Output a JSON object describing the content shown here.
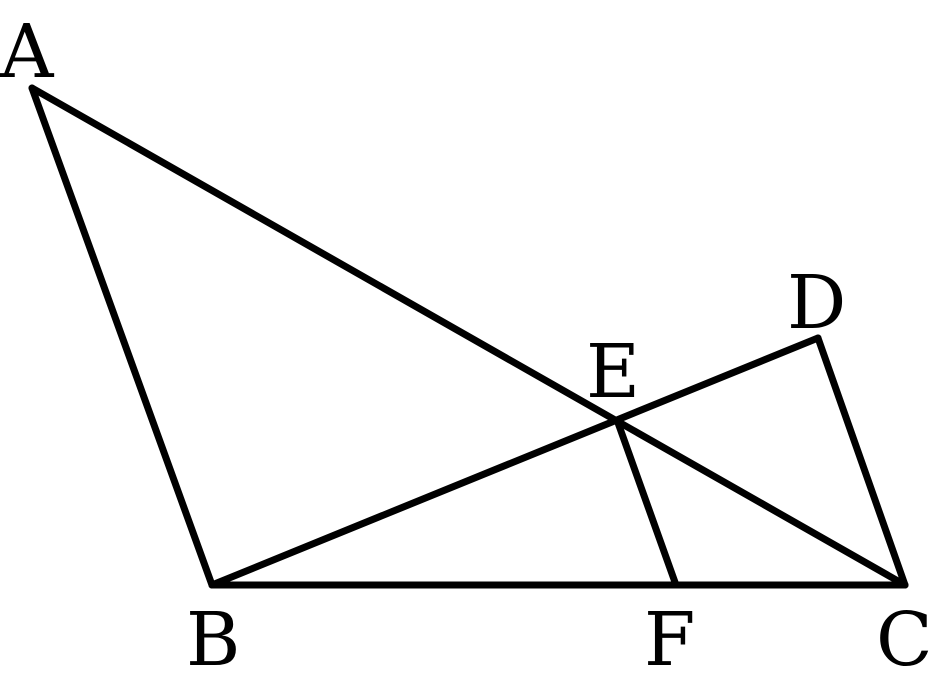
{
  "labels": {
    "A": "A",
    "B": "B",
    "C": "C",
    "D": "D",
    "E": "E",
    "F": "F"
  },
  "colors": {
    "stroke": "#000000",
    "background": "#ffffff"
  }
}
